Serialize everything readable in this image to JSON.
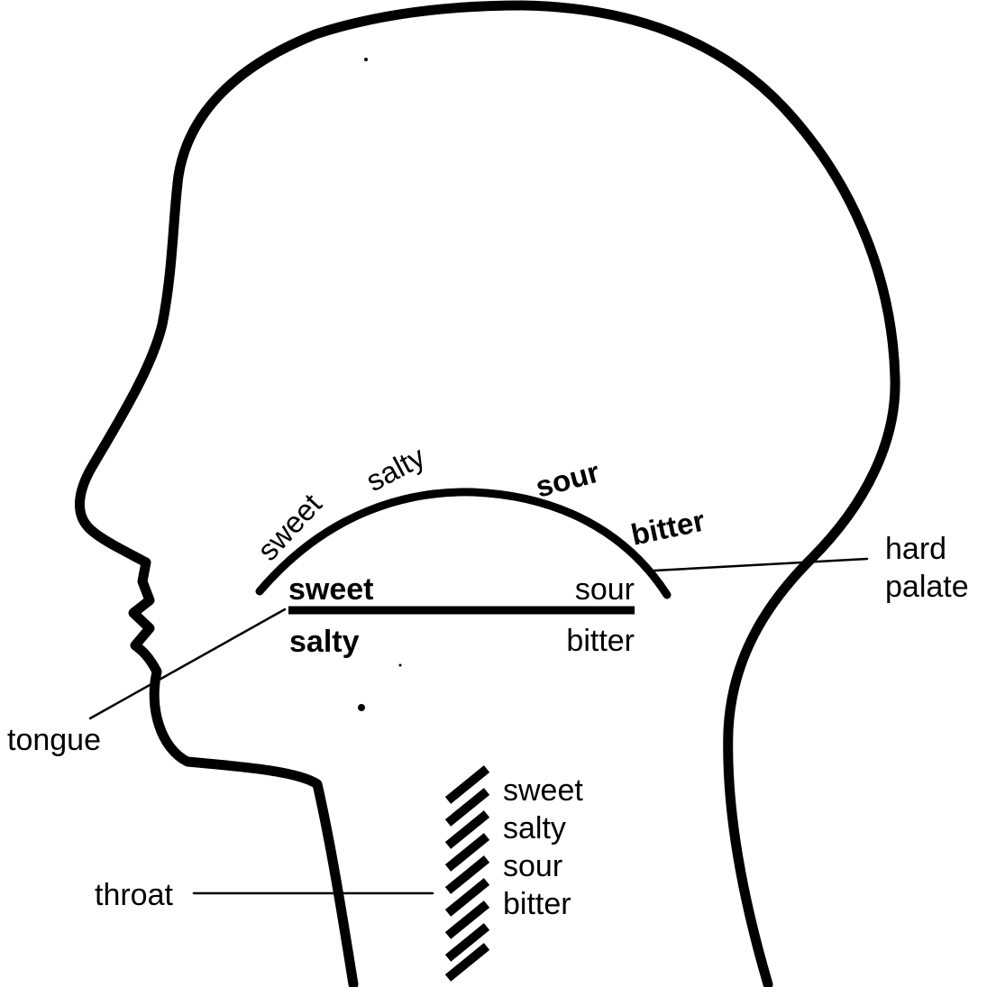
{
  "palate_arc_labels": {
    "sweet": "sweet",
    "salty": "salty",
    "sour": "sour",
    "bitter": "bitter"
  },
  "tongue_labels": {
    "front_top": "sweet",
    "back_top": "sour",
    "front_bottom": "salty",
    "back_bottom": "bitter"
  },
  "throat_tastes": [
    "sweet",
    "salty",
    "sour",
    "bitter"
  ],
  "callouts": {
    "hard_palate_line1": "hard",
    "hard_palate_line2": "palate",
    "tongue": "tongue",
    "throat": "throat"
  }
}
